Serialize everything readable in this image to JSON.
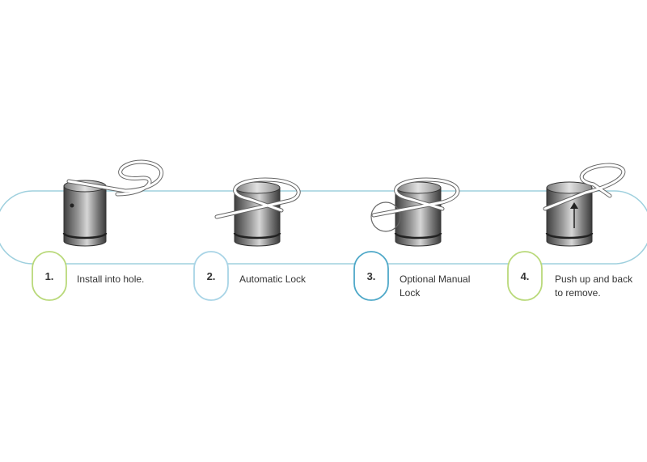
{
  "colors": {
    "track": "#9fd0de",
    "badge_green": "#b9d97a",
    "badge_blue": "#a8d4e6",
    "badge_blue_dark": "#4ea8c8",
    "metal_dark": "#555555",
    "metal_light": "#d0d0d0",
    "wire": "#ffffff",
    "wire_outline": "#666666"
  },
  "steps": [
    {
      "number": "1.",
      "label_lines": [
        "Install into hole."
      ],
      "icon": "pin-installed-icon",
      "badge_color": "badge_green"
    },
    {
      "number": "2.",
      "label_lines": [
        "Automatic Lock"
      ],
      "icon": "pin-auto-lock-icon",
      "badge_color": "badge_blue"
    },
    {
      "number": "3.",
      "label_lines": [
        "Optional Manual",
        "Lock"
      ],
      "icon": "pin-manual-lock-icon",
      "badge_color": "badge_blue_dark"
    },
    {
      "number": "4.",
      "label_lines": [
        "Push up and back",
        "to remove."
      ],
      "icon": "pin-remove-icon",
      "badge_color": "badge_green"
    }
  ]
}
